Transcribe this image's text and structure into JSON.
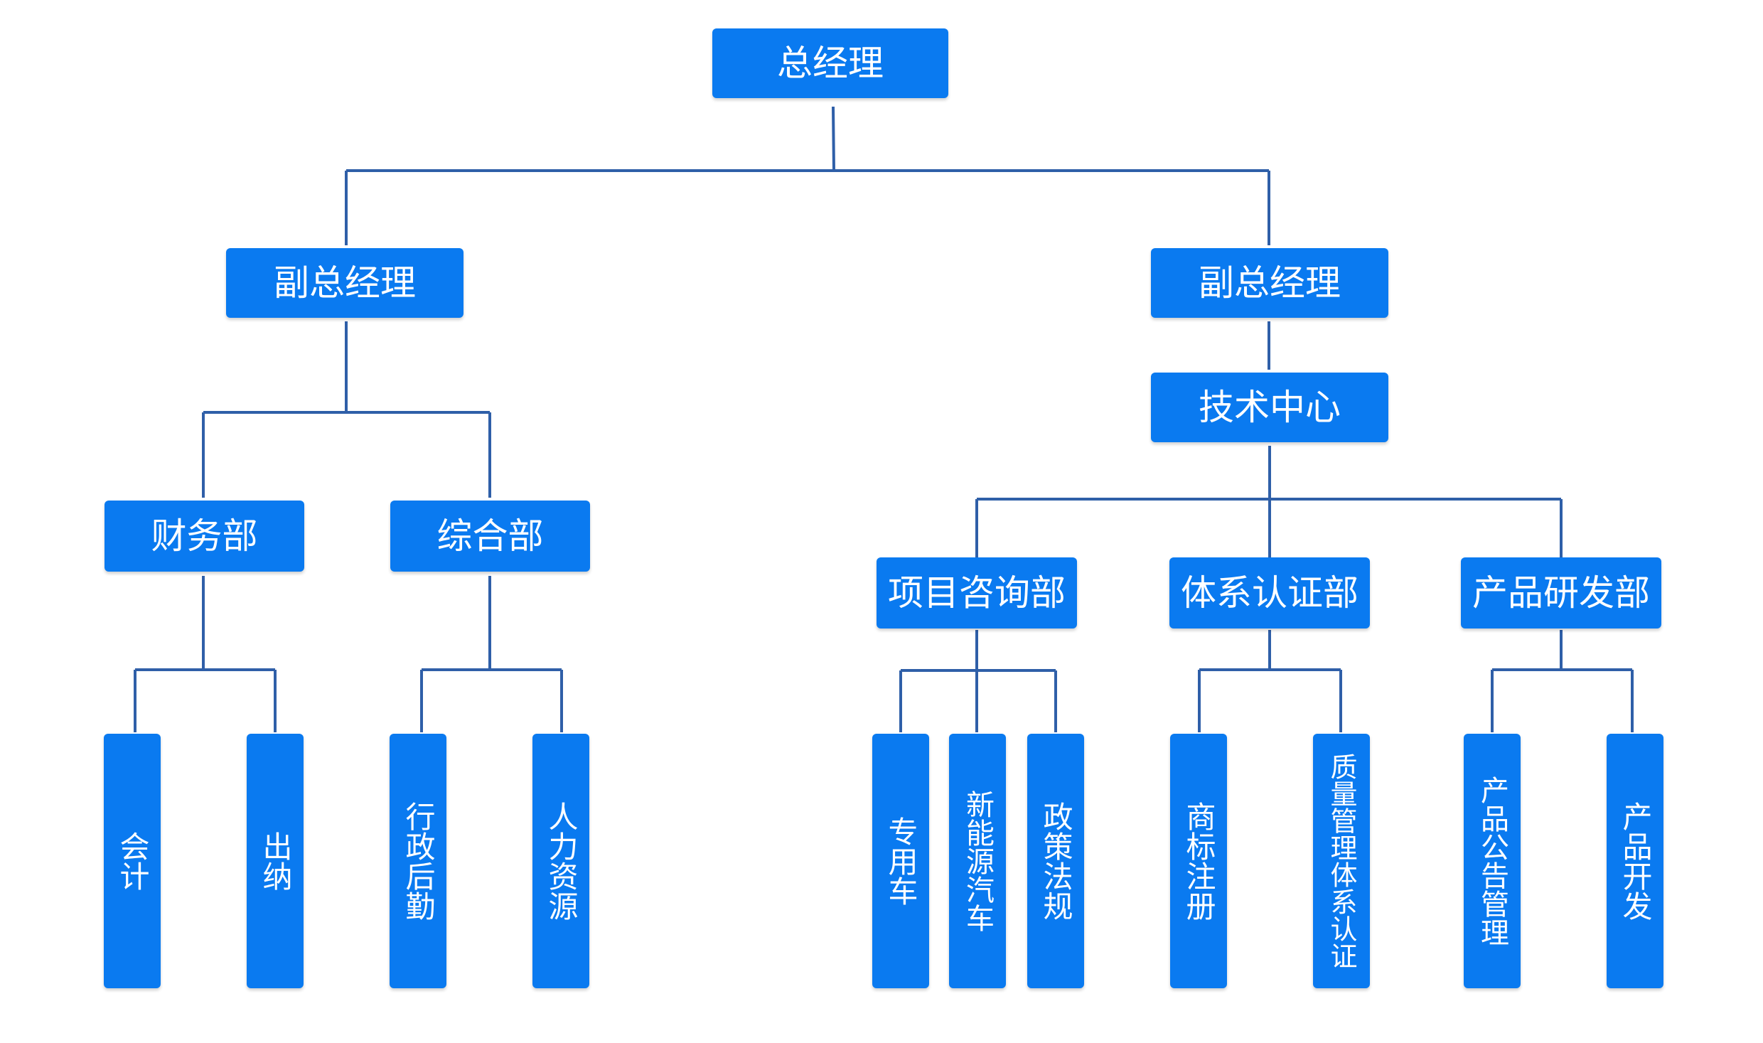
{
  "colors": {
    "node_fill": "#0a7af0",
    "node_text": "#ffffff",
    "connector": "#2f5fa8"
  },
  "org": {
    "root": "总经理",
    "vp_left": "副总经理",
    "vp_right": "副总经理",
    "tech_center": "技术中心",
    "finance": {
      "name": "财务部",
      "children": [
        "会计",
        "出纳"
      ]
    },
    "general": {
      "name": "综合部",
      "children": [
        "行政后勤",
        "人力资源"
      ]
    },
    "consulting": {
      "name": "项目咨询部",
      "children": [
        "专用车",
        "新能源汽车",
        "政策法规"
      ]
    },
    "certification": {
      "name": "体系认证部",
      "children": [
        "商标注册",
        "质量管理体系认证"
      ]
    },
    "rnd": {
      "name": "产品研发部",
      "children": [
        "产品公告管理",
        "产品开发"
      ]
    }
  }
}
